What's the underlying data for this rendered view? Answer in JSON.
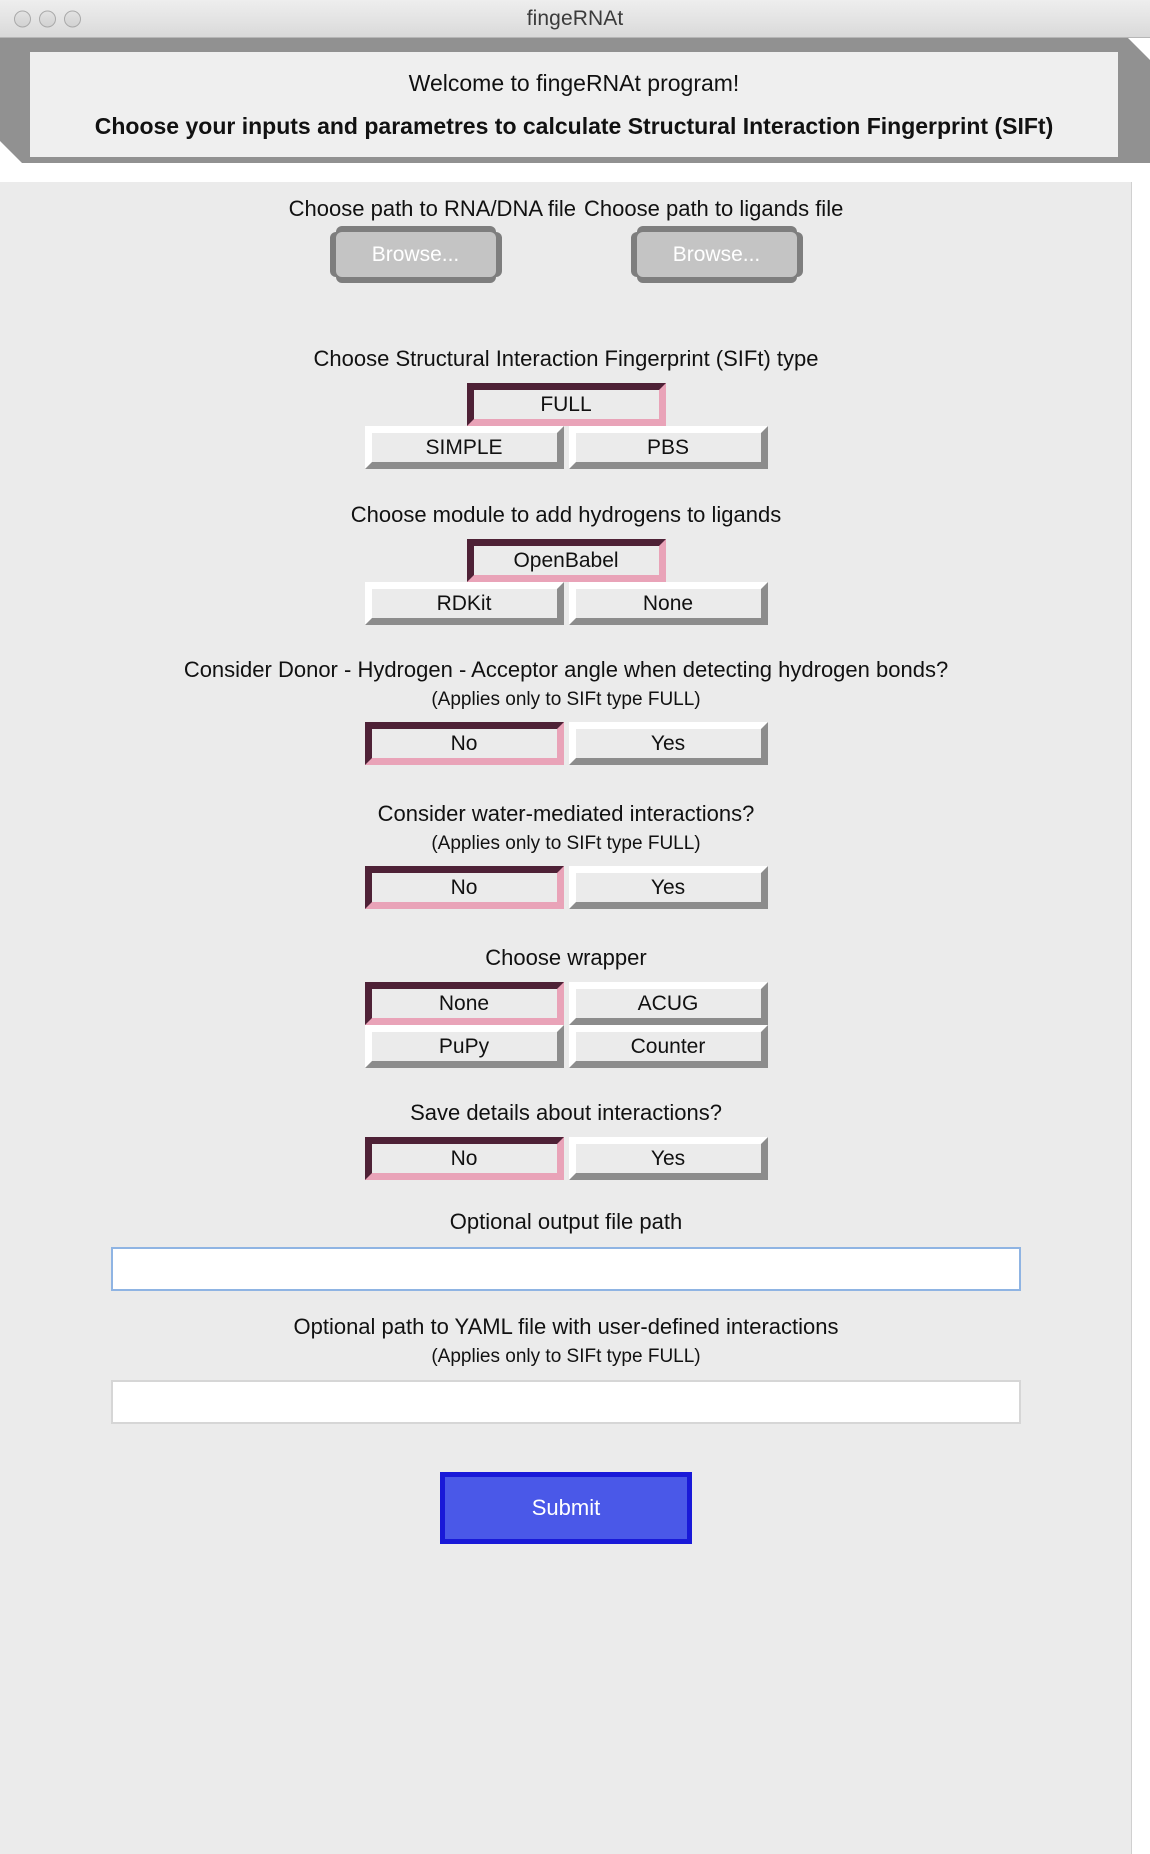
{
  "window": {
    "title": "fingeRNAt",
    "controls": [
      "close-button",
      "minimize-button",
      "zoom-button"
    ]
  },
  "banner": {
    "welcome": "Welcome to fingeRNAt program!",
    "instruction": "Choose your inputs and parametres to calculate Structural Interaction Fingerprint (SIFt)"
  },
  "file_inputs": {
    "rna_label": "Choose path to RNA/DNA file",
    "ligands_label": "Choose path to ligands file",
    "rna_browse_label": "Browse...",
    "ligands_browse_label": "Browse..."
  },
  "sift_type": {
    "title": "Choose Structural Interaction Fingerprint (SIFt) type",
    "options": [
      {
        "label": "FULL",
        "selected": true
      },
      {
        "label": "SIMPLE",
        "selected": false
      },
      {
        "label": "PBS",
        "selected": false
      }
    ]
  },
  "hydrogen_module": {
    "title": "Choose module to add hydrogens to ligands",
    "options": [
      {
        "label": "OpenBabel",
        "selected": true
      },
      {
        "label": "RDKit",
        "selected": false
      },
      {
        "label": "None",
        "selected": false
      }
    ]
  },
  "dha_angle": {
    "title": "Consider Donor - Hydrogen - Acceptor angle when detecting hydrogen bonds?",
    "note": "(Applies only to SIFt type FULL)",
    "options": [
      {
        "label": "No",
        "selected": true
      },
      {
        "label": "Yes",
        "selected": false
      }
    ]
  },
  "water_mediated": {
    "title": "Consider water-mediated interactions?",
    "note": "(Applies only to SIFt type FULL)",
    "options": [
      {
        "label": "No",
        "selected": true
      },
      {
        "label": "Yes",
        "selected": false
      }
    ]
  },
  "wrapper": {
    "title": "Choose wrapper",
    "options": [
      {
        "label": "None",
        "selected": true
      },
      {
        "label": "ACUG",
        "selected": false
      },
      {
        "label": "PuPy",
        "selected": false
      },
      {
        "label": "Counter",
        "selected": false
      }
    ]
  },
  "save_details": {
    "title": "Save details about interactions?",
    "options": [
      {
        "label": "No",
        "selected": true
      },
      {
        "label": "Yes",
        "selected": false
      }
    ]
  },
  "output_path": {
    "label": "Optional output file path",
    "value": "",
    "placeholder": "",
    "focused": true
  },
  "yaml_path": {
    "label": "Optional path to YAML file with user-defined interactions",
    "note": "(Applies only to SIFt type FULL)",
    "value": "",
    "placeholder": "",
    "focused": false
  },
  "submit": {
    "label": "Submit"
  },
  "colors": {
    "selected_border_dark": "#4e2136",
    "selected_border_light": "#e9a3b8",
    "unselected_border_light": "#ffffff",
    "unselected_border_dark": "#8c8c8c",
    "background": "#ebebeb",
    "banner_background": "#efefef",
    "strip": "#919191",
    "submit_fill": "#4a58e8",
    "submit_border": "#1919d8",
    "entry_focus_border": "#8fb4e3",
    "browse_fill": "#c4c4c4",
    "browse_shadow": "#7e7e7e"
  }
}
